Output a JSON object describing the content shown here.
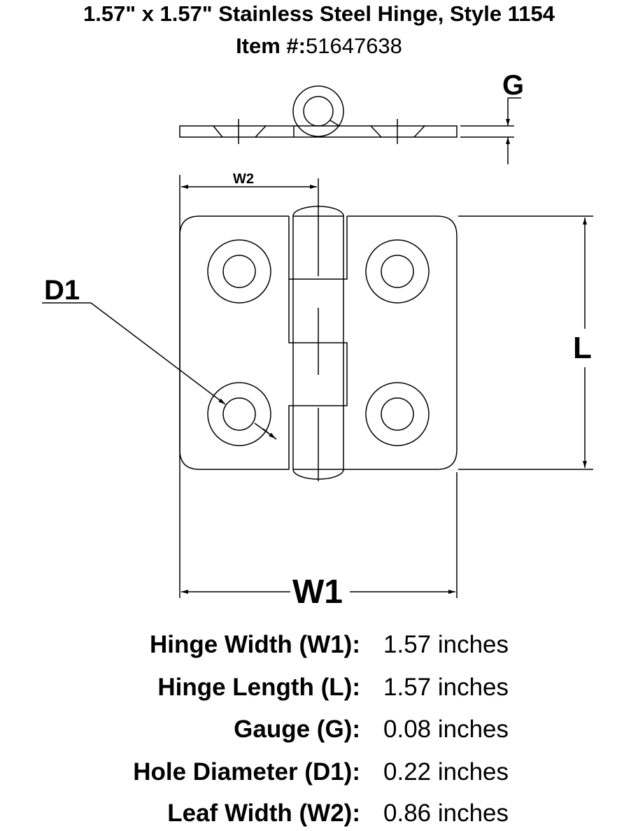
{
  "title": {
    "line1": "1.57\" x 1.57\" Stainless Steel Hinge, Style 1154",
    "item_label": "Item #:",
    "item_number": "51647638"
  },
  "dimension_labels": {
    "g": "G",
    "w2": "W2",
    "d1": "D1",
    "l": "L",
    "w1": "W1"
  },
  "specs": [
    {
      "label": "Hinge Width (W1):",
      "value": "1.57 inches"
    },
    {
      "label": "Hinge Length (L):",
      "value": "1.57 inches"
    },
    {
      "label": "Gauge (G):",
      "value": "0.08 inches"
    },
    {
      "label": "Hole Diameter (D1):",
      "value": "0.22 inches"
    },
    {
      "label": "Leaf Width (W2):",
      "value": "0.86 inches"
    }
  ]
}
